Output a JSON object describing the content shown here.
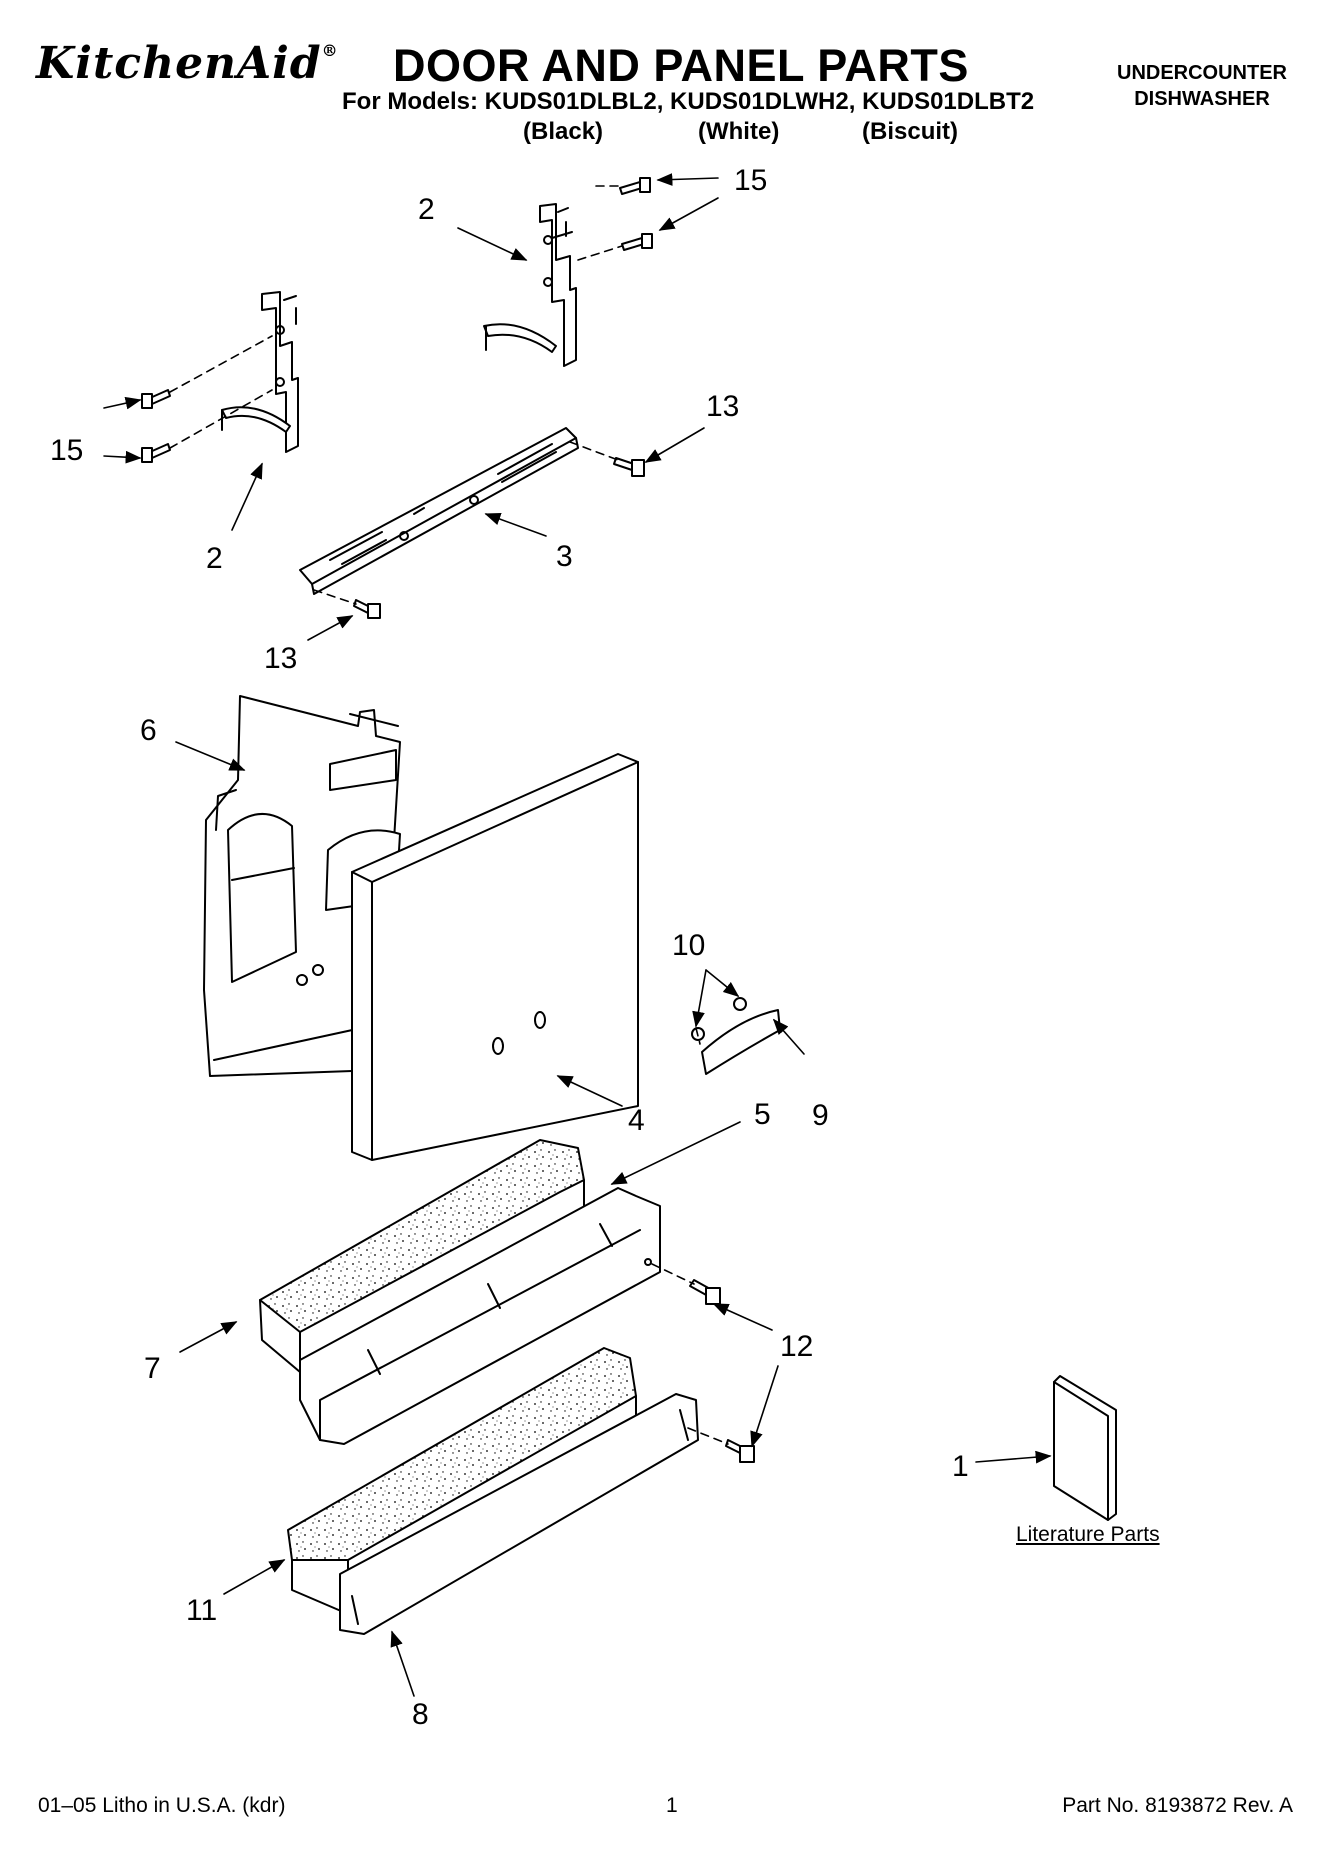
{
  "header": {
    "brand": "KitchenAid",
    "brand_mark": "®",
    "title": "DOOR AND PANEL PARTS",
    "models_line": "For Models: KUDS01DLBL2, KUDS01DLWH2, KUDS01DLBT2",
    "variants": [
      "(Black)",
      "(White)",
      "(Biscuit)"
    ],
    "product_line1": "UNDERCOUNTER",
    "product_line2": "DISHWASHER"
  },
  "callouts": {
    "c15_top": "15",
    "c2_top": "2",
    "c15_left": "15",
    "c2_left": "2",
    "c13_top": "13",
    "c3": "3",
    "c13_bottom": "13",
    "c6": "6",
    "c10": "10",
    "c4": "4",
    "c5": "5",
    "c9": "9",
    "c7": "7",
    "c12": "12",
    "c1": "1",
    "c11": "11",
    "c8": "8"
  },
  "literature_label": "Literature Parts",
  "footer": {
    "left": "01–05 Litho in U.S.A. (kdr)",
    "page": "1",
    "part_no": "Part No. 8193872 Rev. A"
  }
}
